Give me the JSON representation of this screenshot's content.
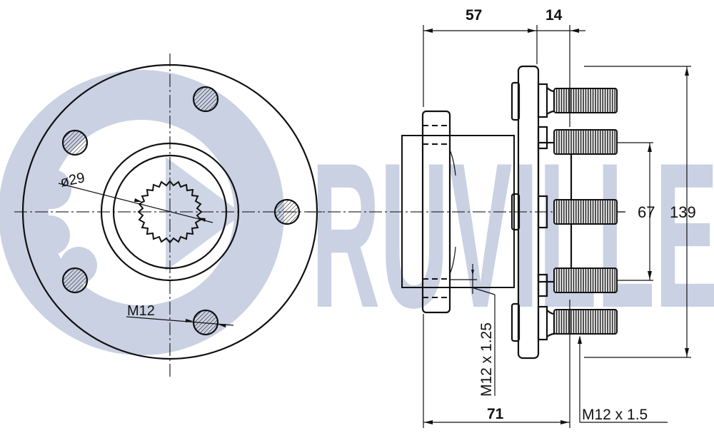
{
  "watermark": {
    "brand": "RUVILLE",
    "color": "#c9d1e3"
  },
  "front_view": {
    "bore_diameter_label": "ø29",
    "bolt_thread_label": "M12",
    "bolt_count": 5
  },
  "side_view": {
    "dimensions": {
      "hub_length": "57",
      "flange_offset": "14",
      "pilot_diameter": "67",
      "flange_diameter": "139",
      "overall_length": "71"
    },
    "thread_labels": {
      "mounting_thread": "M12 x 1.25",
      "stud_thread": "M12 x 1.5"
    }
  },
  "colors": {
    "line": "#111111",
    "watermark": "#c9d1e3",
    "background": "#ffffff"
  }
}
